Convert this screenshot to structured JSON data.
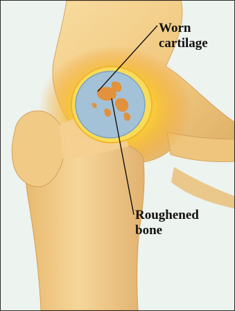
{
  "labels": {
    "worn_cartilage": [
      "Worn",
      "cartilage"
    ],
    "roughened_bone": [
      "Roughened",
      "bone"
    ]
  },
  "colors": {
    "background": "#edf3ee",
    "bone": "#f2cd86",
    "bone_shadow": "#d9a85c",
    "cartilage_glow": "#f7d23a",
    "inflammation": "#f09a2a",
    "worn_cartilage": "#9fbfd6",
    "roughened_spots": "#e0903a",
    "leader_line": "#111111"
  }
}
